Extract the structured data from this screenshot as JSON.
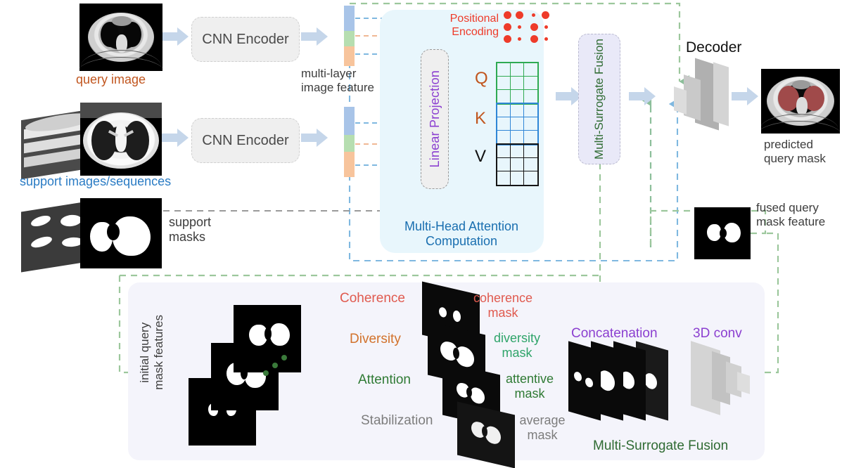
{
  "title": "Few-shot medical image segmentation architecture with Multi-Surrogate Fusion",
  "labels": {
    "query_image": "query image",
    "support_images": "support images/sequences",
    "support_masks": "support\nmasks",
    "cnn_encoder_top": "CNN\nEncoder",
    "cnn_encoder_bottom": "CNN\nEncoder",
    "multi_layer_feature": "multi-layer\nimage feature",
    "positional_encoding": "Positional\nEncoding",
    "linear_projection": "Linear Projection",
    "q": "Q",
    "k": "K",
    "v": "V",
    "attention_block": "Multi-Head Attention\nComputation",
    "multi_surrogate_fusion_side": "Multi-Surrogate\nFusion",
    "decoder": "Decoder",
    "predicted_query_mask": "predicted\nquery mask",
    "fused_query_mask_feature": "fused query\nmask feature",
    "initial_query_mask_features": "initial query\nmask features",
    "concatenation": "Concatenation",
    "conv3d": "3D conv",
    "multi_surrogate_fusion_bottom": "Multi-Surrogate Fusion"
  },
  "surrogates": [
    {
      "name": "Coherence",
      "mask": "coherence\nmask",
      "name_color": "#e05a4f",
      "mask_color": "#e05a4f",
      "arrow_color": "#3f9e6e"
    },
    {
      "name": "Diversity",
      "mask": "diversity\nmask",
      "name_color": "#d2722c",
      "mask_color": "#2fa46a",
      "arrow_color": "#3fae7a"
    },
    {
      "name": "Attention",
      "mask": "attentive\nmask",
      "name_color": "#2f7a34",
      "mask_color": "#2f7a34",
      "arrow_color": "#6dbf93"
    },
    {
      "name": "Stabilization",
      "mask": "average\nmask",
      "name_color": "#7d7d7d",
      "mask_color": "#7d7d7d",
      "arrow_color": "#b9b9b9"
    }
  ],
  "colors": {
    "query_label": "#c1561f",
    "support_label": "#2b7cc4",
    "attention_title": "#1a6fb0",
    "attention_bg": "#e8f6fc",
    "positional": "#ee3b2a",
    "linear_projection": "#8b3fd0",
    "qk_letter": "#c1561f",
    "v_letter": "#111111",
    "q_grid": "#2faa52",
    "k_grid": "#2f86d6",
    "v_grid": "#151515",
    "msf_text": "#2f6b33",
    "msf_bg": "#e9e9f8",
    "panel_bg": "#f4f4fb",
    "concat_text": "#8b3fd0",
    "conv3d_text": "#8b3fd0",
    "feature_blue": "#a8c4e8",
    "feature_green": "#b6deb0",
    "feature_orange": "#f7c49c",
    "arrow_blue": "#c5d6ea",
    "dash_blue": "#7fb8e0",
    "dash_green": "#9cc79c",
    "dash_gray": "#a8a8a8",
    "decoder_gray": "#bfbfbf",
    "mask_red": "#a04a4a"
  }
}
